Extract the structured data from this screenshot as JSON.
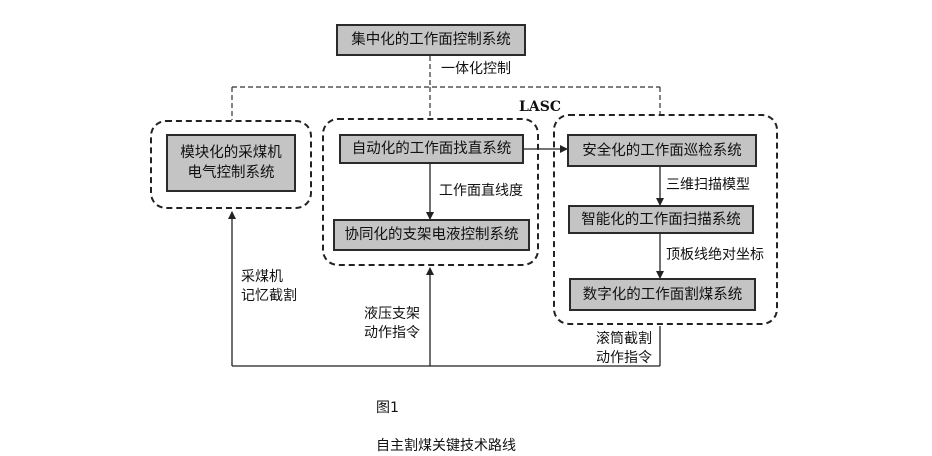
{
  "diagram": {
    "top_box": "集中化的工作面控制系统",
    "top_link_label": "一体化控制",
    "lasc_label": "LASC",
    "left_box": "模块化的采煤机\n电气控制系统",
    "mid_top_box": "自动化的工作面找直系统",
    "mid_link_label": "工作面直线度",
    "mid_bottom_box": "协同化的支架电液控制系统",
    "right_top_box": "安全化的工作面巡检系统",
    "right_link1_label": "三维扫描模型",
    "right_mid_box": "智能化的工作面扫描系统",
    "right_link2_label": "顶板线绝对坐标",
    "right_bottom_box": "数字化的工作面割煤系统",
    "feedback_left_label": "采煤机\n记忆截割",
    "feedback_mid_label": "液压支架\n动作指令",
    "feedback_right_label": "滚筒截割\n动作指令"
  },
  "caption": {
    "number": "图1",
    "title": "自主割煤关键技术路线"
  },
  "colors": {
    "box_fill": "#c4c4c4",
    "line": "#222222"
  }
}
